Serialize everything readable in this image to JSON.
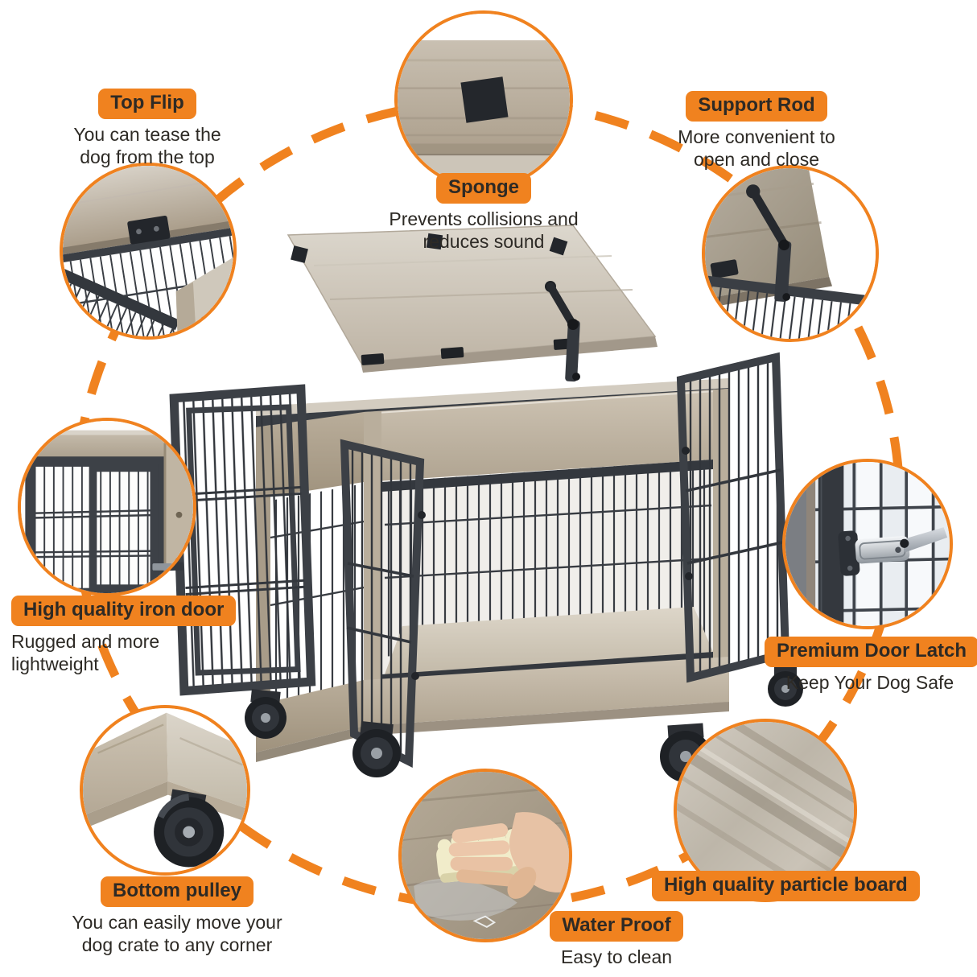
{
  "accent_color": "#F0821F",
  "text_color": "#2d2a25",
  "features": [
    {
      "id": "top-flip",
      "label": "Top Flip",
      "description": "You can tease the dog from the top"
    },
    {
      "id": "sponge",
      "label": "Sponge",
      "description": "Prevents collisions and reduces sound"
    },
    {
      "id": "support-rod",
      "label": "Support Rod",
      "description": "More convenient to open and close"
    },
    {
      "id": "iron-door",
      "label": "High quality iron door",
      "description": "Rugged and more lightweight"
    },
    {
      "id": "door-latch",
      "label": "Premium Door Latch",
      "description": "Keep Your Dog Safe"
    },
    {
      "id": "bottom-pulley",
      "label": "Bottom pulley",
      "description": "You can easily move your dog crate to any corner"
    },
    {
      "id": "particle-board",
      "label": "High quality particle board",
      "description": ""
    },
    {
      "id": "water-proof",
      "label": "Water Proof",
      "description": "Easy to clean"
    }
  ]
}
